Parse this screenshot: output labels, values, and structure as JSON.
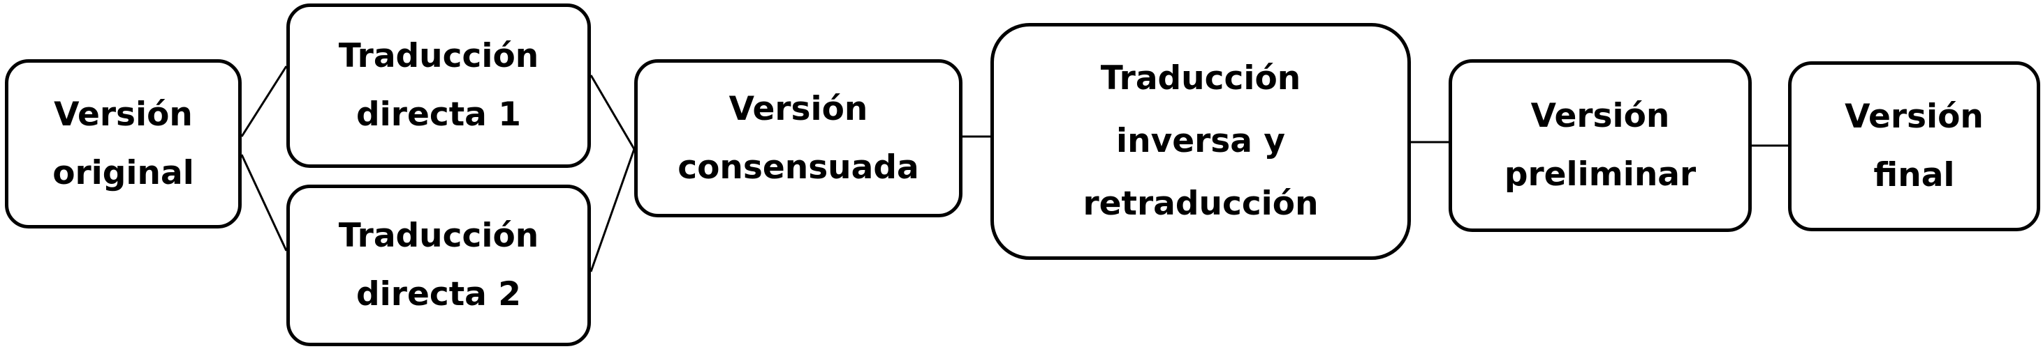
{
  "diagram": {
    "nodes": {
      "version_original": {
        "lines": [
          "Versión",
          "original"
        ]
      },
      "traduccion_directa_1": {
        "lines": [
          "Traducción",
          "directa 1"
        ]
      },
      "traduccion_directa_2": {
        "lines": [
          "Traducción",
          "directa 2"
        ]
      },
      "version_consensuada": {
        "lines": [
          "Versión",
          "consensuada"
        ]
      },
      "traduccion_inversa": {
        "lines": [
          "Traducción",
          "inversa y",
          "retraducción"
        ]
      },
      "version_preliminar": {
        "lines": [
          "Versión",
          "preliminar"
        ]
      },
      "version_final": {
        "lines": [
          "Versión",
          "final"
        ]
      }
    },
    "edges": [
      [
        "version_original",
        "traduccion_directa_1"
      ],
      [
        "version_original",
        "traduccion_directa_2"
      ],
      [
        "traduccion_directa_1",
        "version_consensuada"
      ],
      [
        "traduccion_directa_2",
        "version_consensuada"
      ],
      [
        "version_consensuada",
        "traduccion_inversa"
      ],
      [
        "traduccion_inversa",
        "version_preliminar"
      ],
      [
        "version_preliminar",
        "version_final"
      ]
    ]
  }
}
